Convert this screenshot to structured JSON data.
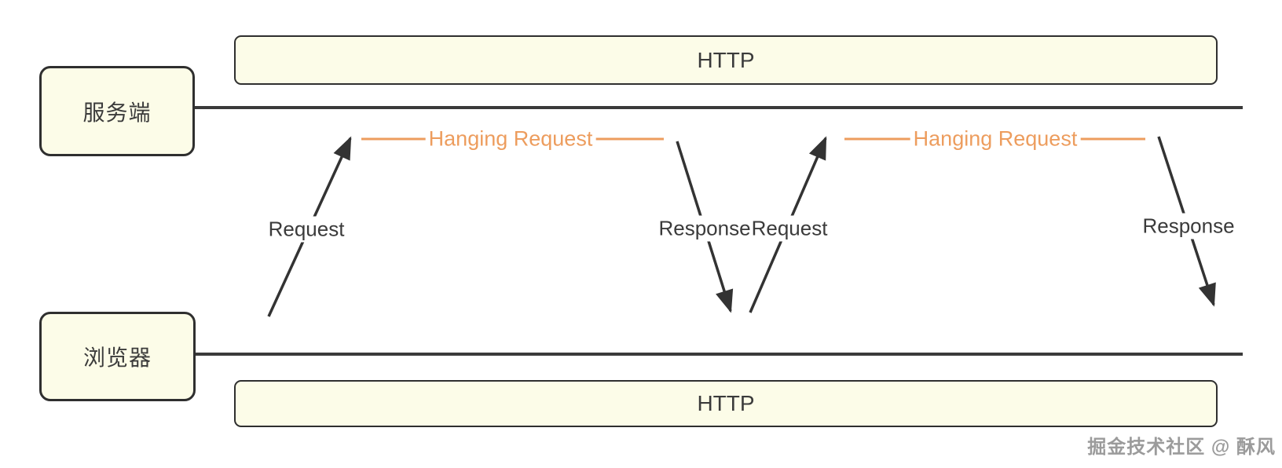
{
  "diagram": {
    "actors": {
      "server": "服务端",
      "browser": "浏览器"
    },
    "channels": {
      "top_label": "HTTP",
      "bottom_label": "HTTP"
    },
    "messages": {
      "request1": "Request",
      "response1": "Response",
      "request2": "Request",
      "response2": "Response",
      "hanging1": "Hanging Request",
      "hanging2": "Hanging Request"
    },
    "colors": {
      "accent_orange": "#ED9D5E",
      "line_dark": "#333333",
      "timeline_dark": "#3A3A3A",
      "box_fill": "#FCFCE8",
      "box_border": "#2F2F2F",
      "watermark_gray": "#9B9B9B"
    },
    "watermark": "掘金技术社区 @ 酥风"
  }
}
